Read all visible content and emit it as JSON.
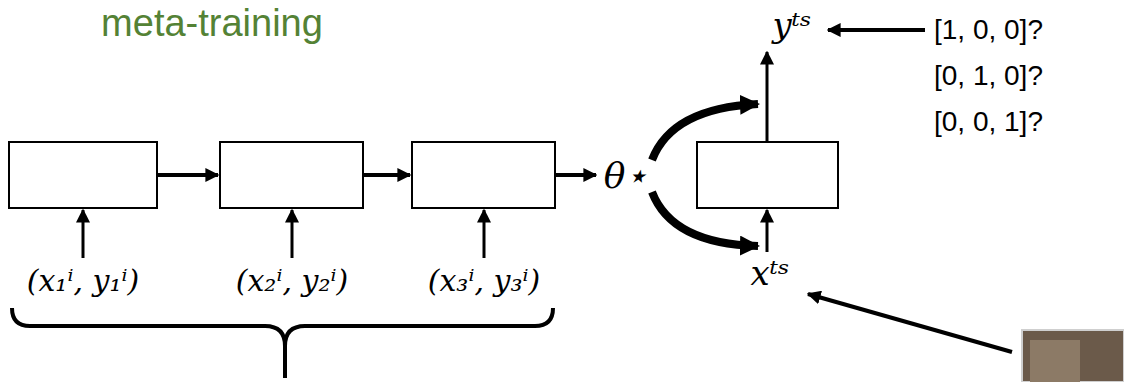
{
  "diagram": {
    "labels": [
      "meta-training",
      "(x₁ⁱ, y₁ⁱ)",
      "(x₂ⁱ, y₂ⁱ)",
      "(x₃ⁱ, y₃ⁱ)",
      "θ⋆",
      "yᵗˢ",
      "xᵗˢ",
      "[1, 0, 0]?",
      "[0, 1, 0]?",
      "[0, 0, 1]?"
    ]
  }
}
